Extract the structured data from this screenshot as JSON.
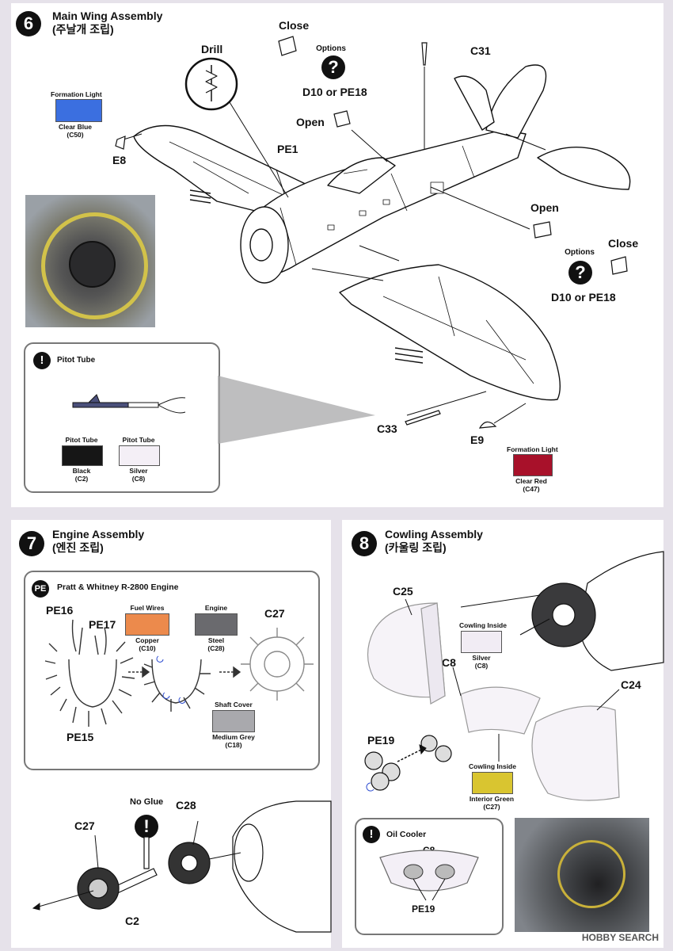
{
  "step6": {
    "number": "6",
    "title": "Main Wing Assembly",
    "subtitle": "(주날개 조립)",
    "labels": {
      "close_top": "Close",
      "options_top": "Options",
      "options_top_parts": "D10 or PE18",
      "drill": "Drill",
      "c31": "C31",
      "open_top": "Open",
      "pe1": "PE1",
      "e8": "E8",
      "open_right": "Open",
      "options_right": "Options",
      "close_right": "Close",
      "options_right_parts": "D10 or PE18",
      "c33": "C33",
      "e9": "E9"
    },
    "formation_light_blue": {
      "title": "Formation Light",
      "name": "Clear Blue",
      "code": "(C50)",
      "color": "#3b6fe0"
    },
    "formation_light_red": {
      "title": "Formation Light",
      "name": "Clear Red",
      "code": "(C47)",
      "color": "#a8112a"
    },
    "pitot_box": {
      "title": "Pitot Tube",
      "swatch1": {
        "title": "Pitot Tube",
        "name": "Black",
        "code": "(C2)",
        "color": "#161616"
      },
      "swatch2": {
        "title": "Pitot Tube",
        "name": "Silver",
        "code": "(C8)",
        "color": "#f4eff6"
      }
    }
  },
  "step7": {
    "number": "7",
    "title": "Engine Assembly",
    "subtitle": "(엔진 조립)",
    "pe_box": {
      "badge": "PE",
      "title": "Pratt & Whitney R-2800 Engine",
      "labels": {
        "pe16": "PE16",
        "pe17": "PE17",
        "pe15": "PE15",
        "c27": "C27"
      },
      "fuel_wires": {
        "title": "Fuel Wires",
        "name": "Copper",
        "code": "(C10)",
        "color": "#ec8a4c"
      },
      "engine": {
        "title": "Engine",
        "name": "Steel",
        "code": "(C28)",
        "color": "#6a6a6e"
      },
      "shaft_cover": {
        "title": "Shaft Cover",
        "name": "Medium Grey",
        "code": "(C18)",
        "color": "#a9a9ad"
      }
    },
    "labels": {
      "no_glue": "No Glue",
      "c27": "C27",
      "c28": "C28",
      "c2": "C2"
    }
  },
  "step8": {
    "number": "8",
    "title": "Cowling Assembly",
    "subtitle": "(카울링 조립)",
    "labels": {
      "c25": "C25",
      "c8": "C8",
      "c24": "C24",
      "pe19": "PE19"
    },
    "cowling_inside_silver": {
      "title": "Cowling Inside",
      "name": "Silver",
      "code": "(C8)",
      "color": "#f1ecf4"
    },
    "cowling_inside_green": {
      "title": "Cowling Inside",
      "name": "Interior Green",
      "code": "(C27)",
      "color": "#d9c530"
    },
    "oil_cooler": {
      "title": "Oil Cooler",
      "c8": "C8",
      "pe19": "PE19"
    }
  },
  "watermark": "HOBBY SEARCH"
}
